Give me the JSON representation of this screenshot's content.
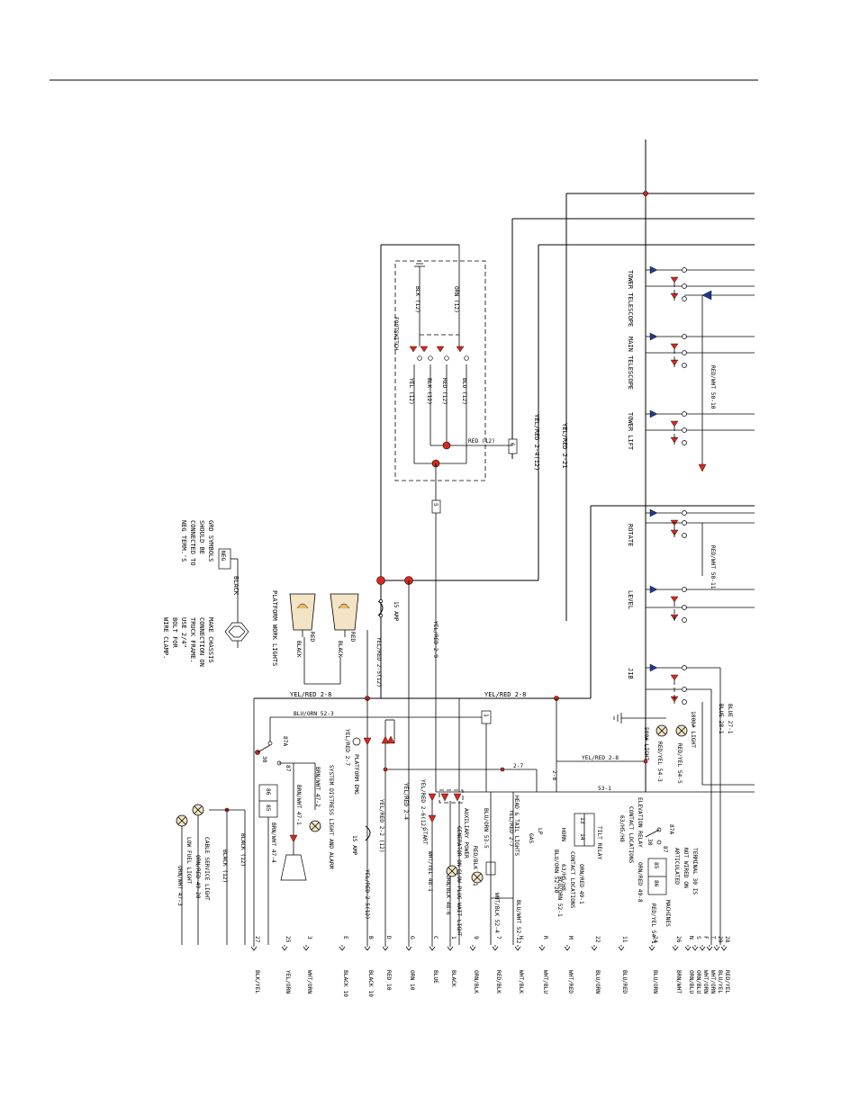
{
  "colors": {
    "wire": "#000000",
    "node": "#d42a1f",
    "diode": "#1f3a8a",
    "bulb": "#f2e4c4"
  },
  "footswitch": {
    "title": "FOOTSWITCH",
    "wires": [
      "ORN (12)",
      "BLK (12)",
      "BLU (12)",
      "RED (12)",
      "BLK (12)",
      "YEL (12)"
    ],
    "red_out": "RED (12)"
  },
  "fuses": {
    "f6": "6",
    "f5": "5",
    "f15a": "15 AMP",
    "f15b": "15 AMP",
    "f1": "1"
  },
  "verticals": {
    "yelred_2_4": "YEL/RED 2-4(12)",
    "yelred_2_21": "YEL/RED 2-21",
    "yelred_2_9": "YEL/RED 2-9"
  },
  "valves": [
    "TOWER TELESCOPE",
    "MAIN TELESCOPE",
    "TOWER LIFT",
    "ROTATE",
    "LEVEL",
    "JIB"
  ],
  "redwht": [
    "RED/WHT 50-10",
    "RED/WHT 50-11"
  ],
  "ground_note": {
    "box": "NEG",
    "wire": "BLACK",
    "lines": [
      "GRD SYMBOLS",
      "SHOULD BE",
      "CONNECTED TO",
      "NEG TERM.'S"
    ]
  },
  "chassis_note": {
    "lines": [
      "MAKE CHASSIS",
      "CONNECTION ON",
      "TRUCK FRAME.",
      "USE 2/4\"",
      "BOLT FOR",
      "WIRE CLAMP."
    ]
  },
  "platform_lights": {
    "title": "PLATFORM WORK LIGHTS",
    "red": "RED",
    "black": "BLACK"
  },
  "bus": {
    "top_left": "YEL/RED 2-8",
    "top_mid": "YEL/RED 2-8",
    "blu_orn": "BLU/ORN 52-3",
    "yel_red_2_7": "YEL/RED 2-7",
    "yelred_2_28": "YEL/RED 2-8",
    "w27": "2-7",
    "w28": "2-8",
    "w531": "53-1"
  },
  "relay": {
    "t87a": "87A",
    "t30": "30",
    "t87": "87",
    "t86": "86",
    "t85": "85"
  },
  "distress": {
    "label": "SYSTEM DISTRESS LIGHT AND ALARM",
    "w1": "BRN/WHT 47-2",
    "w2": "BRN/WHT 47-1",
    "w3": "BRN/WHT 47-4"
  },
  "platform_emg": "PLATFORM EMG",
  "left_col": {
    "orn_12": "ORN (12)",
    "yelred_2_5": "YEL/RED 2-5(12)",
    "yelred_2_2": "YEL/RED 2-2 (12)",
    "yelred_2_6": "YEL/RED 2-6(12)",
    "start": "START",
    "yelred_2_4b": "YEL/RED 2-4",
    "whtyel_48": "WHT/YEL 48-1"
  },
  "aux_block": {
    "aux_power": "AUXILIARY POWER",
    "gen_on": "GENERATOR ON",
    "bluorn_53": "BLU/ORN 53-5",
    "redblk_51": "RED/BLK 51-1",
    "glow": "GLOW PLUG WAIT LIGHT",
    "ornblk_48": "ORN/BLK 48-6",
    "head_tail": "HEAD & TAIL LIGHTS",
    "yelred_2_7c": "YEL/RED 2-7",
    "wht_52_4": "WHT/BLK 52-4",
    "blu_52_12": "BLU/WHT 52-12"
  },
  "horn_block": {
    "lp": "LP",
    "gas": "GAS",
    "bluorn_52_20": "BLU/ORN 52-20",
    "horn": "HORN",
    "bluorn_52_1": "BLU/ORN 52-1"
  },
  "tilt": {
    "label": "TILT RELAY",
    "t13": "13",
    "t14": "14",
    "contact": "CONTACT LOCATIONS",
    "models": "63/H5/H8",
    "wire": "ORN/RED 49-1"
  },
  "elev": {
    "label": "ELEVATION RELAY",
    "contact": "CONTACT LOCATIONS",
    "models": "63/H5/H8",
    "wire": "ORN/RED 49-8",
    "t87a": "87A",
    "t30": "30",
    "t87": "87",
    "t85": "85",
    "t86": "86",
    "wire2": "RED/YEL 54-1"
  },
  "terminal_note": [
    "TERMINAL 30 IS",
    "NOT WIRED ON",
    "ARTICULATED",
    "MACHINES"
  ],
  "lights": {
    "boom": "500# LIGHT",
    "boom_wire": "RED/YEL 54-3",
    "r1000": "1000# LIGHT",
    "r1000_wire": "RED/YEL 54-5",
    "blue_27": "BLUE 27-1",
    "blue_28": "BLUE 28-1"
  },
  "cable_light": {
    "label": "CABLE SERVICE LIGHT",
    "wire": "ORN/RED 49-20",
    "low_fuel": "LOW FUEL LIGHT",
    "wire2": "ORN/WHT 47-3"
  },
  "black_wires": [
    "BLACK (12)",
    "BLACK (12)"
  ],
  "terminals": [
    {
      "pin": "28",
      "color": "RED/YEL"
    },
    {
      "pin": "29",
      "color": "BLU/YEL"
    },
    {
      "pin": "T",
      "color": "WHT/ORN"
    },
    {
      "pin": "F",
      "color": "WHT/ORN"
    },
    {
      "pin": "S",
      "color": "ORN/BLU"
    },
    {
      "pin": "N",
      "color": "ORN/BLU"
    },
    {
      "pin": "26",
      "color": "BRN/WHT"
    },
    {
      "pin": "24",
      "color": "BLU/ORN"
    },
    {
      "pin": "11",
      "color": "BLU/RED"
    },
    {
      "pin": "22",
      "color": "BLU/ORN"
    },
    {
      "pin": "M",
      "color": "WHT/RED"
    },
    {
      "pin": "R",
      "color": "WHT/BLU"
    },
    {
      "pin": "H",
      "color": "WHT/BLK"
    },
    {
      "pin": "7",
      "color": "RED/BLK"
    },
    {
      "pin": "9",
      "color": "ORN/BLK"
    },
    {
      "pin": "1",
      "color": "BLACK"
    },
    {
      "pin": "C",
      "color": "BLUE"
    },
    {
      "pin": "G",
      "color": "ORN 10"
    },
    {
      "pin": "D",
      "color": "RED 10"
    },
    {
      "pin": "B",
      "color": "BLACK 10"
    },
    {
      "pin": "E",
      "color": "BLACK 10"
    },
    {
      "pin": "3",
      "color": "WHT/ORN"
    },
    {
      "pin": "25",
      "color": "YEL/ORN"
    },
    {
      "pin": "27",
      "color": "BLK/YEL"
    }
  ]
}
